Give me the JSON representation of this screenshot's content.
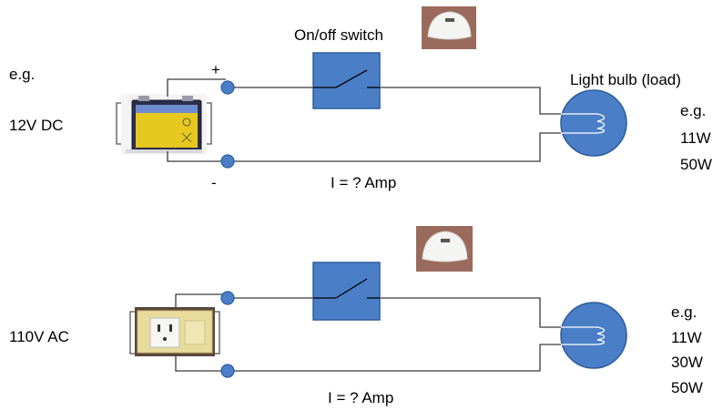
{
  "top_circuit": {
    "eg_left": "e.g.",
    "source_label": "12V DC",
    "plus_sign": "+",
    "minus_sign": "-",
    "switch_label": "On/off switch",
    "load_label": "Light bulb (load)",
    "eg_right": "e.g.",
    "wattages": [
      "11W",
      "50W"
    ],
    "current_label": "I = ? Amp"
  },
  "bottom_circuit": {
    "source_label": "110V AC",
    "eg_right": "e.g.",
    "wattages": [
      "11W",
      "30W",
      "50W"
    ],
    "current_label": "I = ? Amp"
  },
  "colors": {
    "component_blue": "#4a7fc8",
    "wire": "#3a3a3a",
    "battery_body": "#2b2d48",
    "battery_label": "#e6c81e",
    "outlet_plate": "#e8dc9c"
  }
}
